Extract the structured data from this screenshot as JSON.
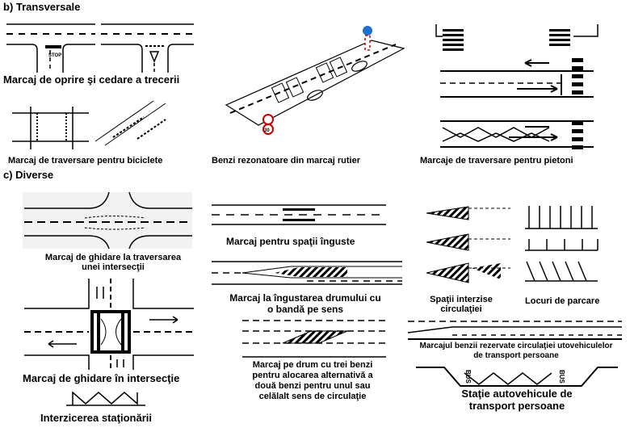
{
  "sections": {
    "transversale": "b) Transversale",
    "diverse": "c) Diverse"
  },
  "captions": {
    "oprire": "Marcaj de oprire şi cedare a trecerii",
    "biciclete": "Marcaj de traversare pentru biciclete",
    "rezonatoare": "Benzi rezonatoare din marcaj rutier",
    "pietoni": "Marcaje de traversare pentru pietoni",
    "ghidare_traversare_1": "Marcaj de ghidare la traversarea",
    "ghidare_traversare_2": "unei intersecţii",
    "spatii_inguste": "Marcaj pentru spaţii înguste",
    "ingustare_1": "Marcaj la îngustarea drumului cu",
    "ingustare_2": "o bandă pe sens",
    "spatii_interzise_1": "Spaţii interzise",
    "spatii_interzise_2": "circulaţiei",
    "locuri_parcare": "Locuri de parcare",
    "ghidare_intersectie": "Marcaj de ghidare în intersecţie",
    "trei_benzi_1": "Marcaj pe drum cu trei benzi",
    "trei_benzi_2": "pentru alocarea alternativă a",
    "trei_benzi_3": "două benzi pentru unul sau",
    "trei_benzi_4": "celălalt sens de circulaţie",
    "banda_transport_1": "Marcajul benzii rezervate circulaţiei utovehiculelor",
    "banda_transport_2": "de transport persoane",
    "statie_1": "Staţie autovehicule de",
    "statie_2": "transport persoane",
    "interzicere": "Interzicerea staţionării"
  },
  "road_text": {
    "stop": "STOP",
    "bus_left": "BUS",
    "bus_right": "BUS",
    "sign_number": "30"
  },
  "colors": {
    "ink": "#000000",
    "road_gray": "#bbbbbb",
    "sign_red": "#cc0000",
    "sign_blue": "#1f6fd1"
  }
}
